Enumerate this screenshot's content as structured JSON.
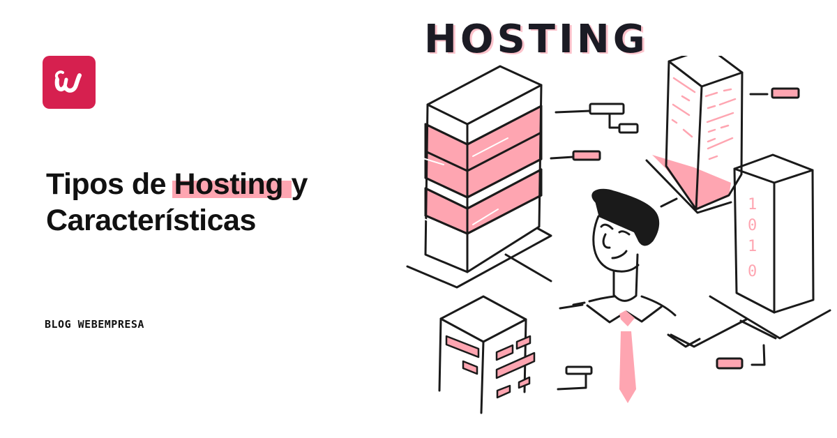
{
  "brand": {
    "logo_letter": "w",
    "logo_bg": "#d6204f",
    "accent_pink": "#fea5b1"
  },
  "title": {
    "line1_before": "Tipos de ",
    "line1_highlight": "Hosting",
    "line1_after": " y",
    "line2": "Características"
  },
  "footer_label": "BLOG WEBEMPRESA",
  "illustration": {
    "headline": "HOSTING",
    "binary_digits": [
      "1",
      "0",
      "1",
      "0"
    ],
    "icon": "hosting-servers-person-illustration"
  }
}
